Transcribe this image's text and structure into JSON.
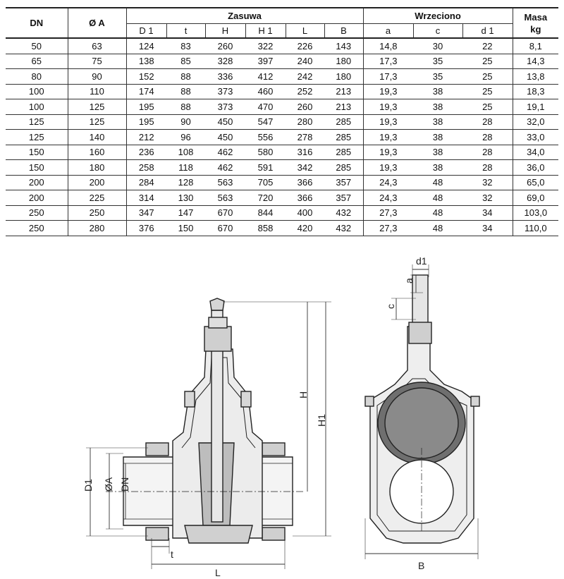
{
  "table": {
    "headers": {
      "dn": "DN",
      "oa": "Ø A",
      "zasuwa": "Zasuwa",
      "wrzeciono": "Wrzeciono",
      "masa": "Masa",
      "masa_unit": "kg"
    },
    "subheaders": [
      "D 1",
      "t",
      "H",
      "H 1",
      "L",
      "B",
      "a",
      "c",
      "d 1"
    ],
    "rows": [
      [
        "50",
        "63",
        "124",
        "83",
        "260",
        "322",
        "226",
        "143",
        "14,8",
        "30",
        "22",
        "8,1"
      ],
      [
        "65",
        "75",
        "138",
        "85",
        "328",
        "397",
        "240",
        "180",
        "17,3",
        "35",
        "25",
        "14,3"
      ],
      [
        "80",
        "90",
        "152",
        "88",
        "336",
        "412",
        "242",
        "180",
        "17,3",
        "35",
        "25",
        "13,8"
      ],
      [
        "100",
        "110",
        "174",
        "88",
        "373",
        "460",
        "252",
        "213",
        "19,3",
        "38",
        "25",
        "18,3"
      ],
      [
        "100",
        "125",
        "195",
        "88",
        "373",
        "470",
        "260",
        "213",
        "19,3",
        "38",
        "25",
        "19,1"
      ],
      [
        "125",
        "125",
        "195",
        "90",
        "450",
        "547",
        "280",
        "285",
        "19,3",
        "38",
        "28",
        "32,0"
      ],
      [
        "125",
        "140",
        "212",
        "96",
        "450",
        "556",
        "278",
        "285",
        "19,3",
        "38",
        "28",
        "33,0"
      ],
      [
        "150",
        "160",
        "236",
        "108",
        "462",
        "580",
        "316",
        "285",
        "19,3",
        "38",
        "28",
        "34,0"
      ],
      [
        "150",
        "180",
        "258",
        "118",
        "462",
        "591",
        "342",
        "285",
        "19,3",
        "38",
        "28",
        "36,0"
      ],
      [
        "200",
        "200",
        "284",
        "128",
        "563",
        "705",
        "366",
        "357",
        "24,3",
        "48",
        "32",
        "65,0"
      ],
      [
        "200",
        "225",
        "314",
        "130",
        "563",
        "720",
        "366",
        "357",
        "24,3",
        "48",
        "32",
        "69,0"
      ],
      [
        "250",
        "250",
        "347",
        "147",
        "670",
        "844",
        "400",
        "432",
        "27,3",
        "48",
        "34",
        "103,0"
      ],
      [
        "250",
        "280",
        "376",
        "150",
        "670",
        "858",
        "420",
        "432",
        "27,3",
        "48",
        "34",
        "110,0"
      ]
    ]
  },
  "drawing": {
    "labels": {
      "d1": "D1",
      "oa": "ØA",
      "dn": "DN",
      "h": "H",
      "h1": "H1",
      "t": "t",
      "l": "L",
      "b": "B",
      "a": "a",
      "c": "c",
      "d1_spindle": "d1"
    }
  }
}
